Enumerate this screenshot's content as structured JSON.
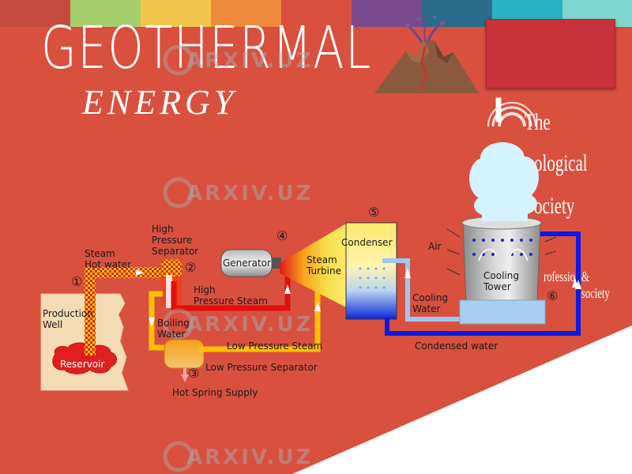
{
  "slide": {
    "title": "GEOTHERMAL",
    "subtitle": "ENERGY",
    "stripe_colors": [
      "#c44b3e",
      "#a6ce6d",
      "#f2c64e",
      "#ef8b3b",
      "#d9503f",
      "#7a4a8f",
      "#2b6c8c",
      "#29b3c5",
      "#7fd6cf"
    ]
  },
  "watermark": {
    "text": "ARXIV.UZ",
    "society_lines": [
      "The",
      "ological",
      "ociety",
      "rofessio",
      "& society"
    ]
  },
  "diagram": {
    "steps": [
      "①",
      "②",
      "③",
      "④",
      "⑤",
      "⑥"
    ],
    "labels": {
      "steam_hot_water": [
        "Steam",
        "Hot water"
      ],
      "high_pressure_separator": [
        "High",
        "Pressure",
        "Separator"
      ],
      "production_well": [
        "Production",
        "Well"
      ],
      "reservoir": "Reservoir",
      "generator": "Generator",
      "steam_turbine": [
        "Steam",
        "Turbine"
      ],
      "condenser": "Condenser",
      "air": "Air",
      "cooling_tower": [
        "Cooling",
        "Tower"
      ],
      "high_pressure_steam": [
        "High",
        "Pressure Steam"
      ],
      "boiling_water": [
        "Boiling",
        "Water"
      ],
      "low_pressure_steam": "Low Pressure Steam",
      "cooling_water": [
        "Cooling",
        "Water"
      ],
      "condensed_water": "Condensed water",
      "low_pressure_separator": "Low Pressure Separator",
      "hot_spring_supply": "Hot Spring Supply"
    }
  }
}
